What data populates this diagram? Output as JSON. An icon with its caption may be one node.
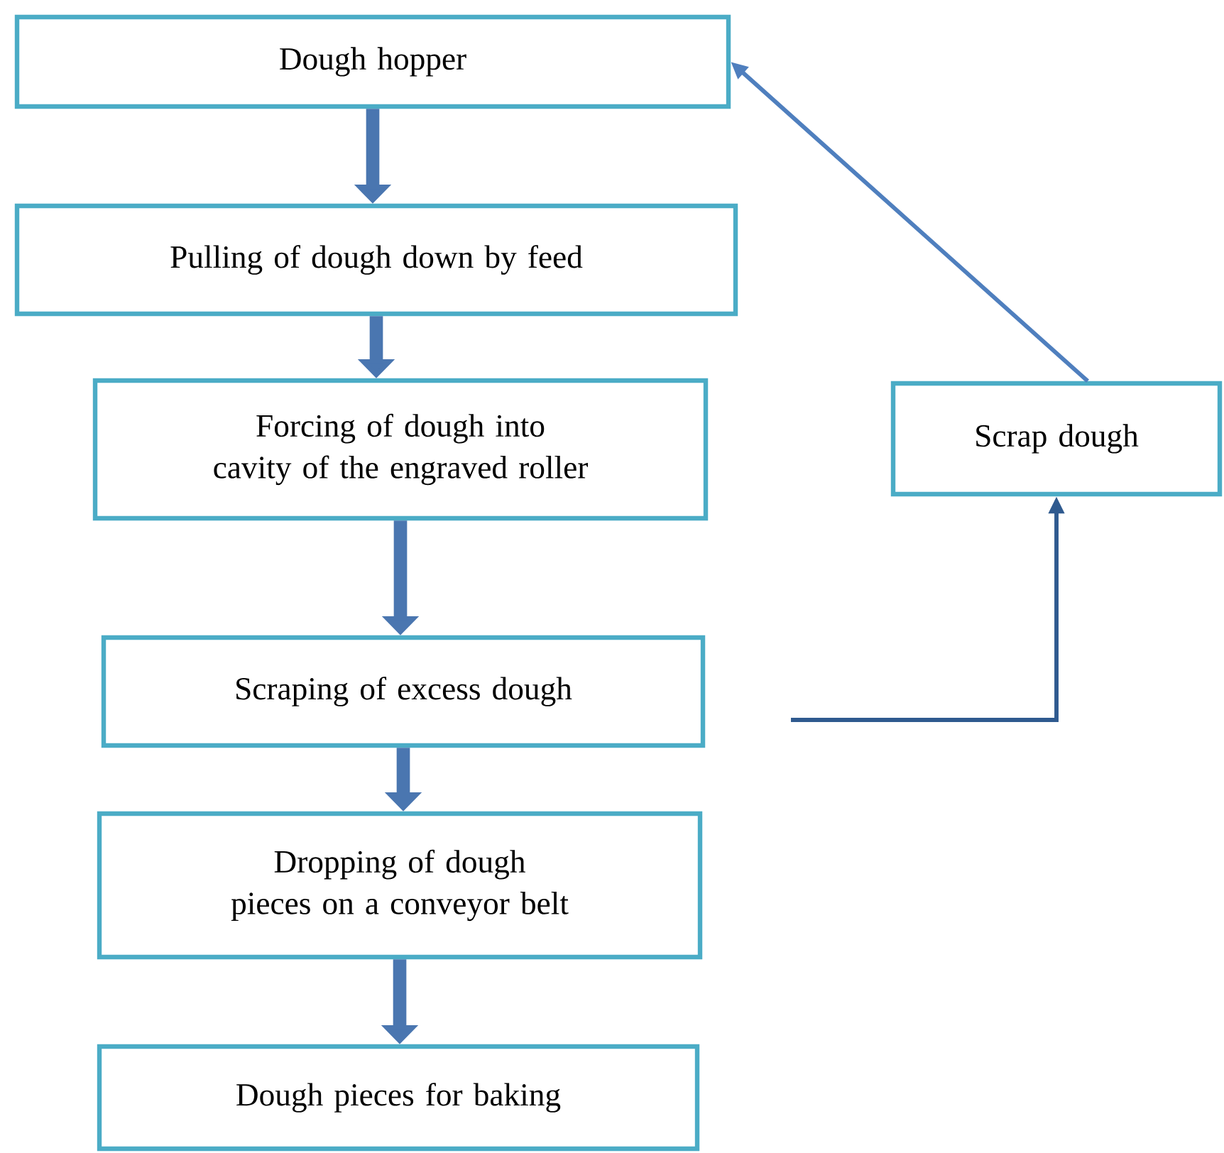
{
  "diagram": {
    "nodes": [
      {
        "text": [
          "Dough hopper"
        ]
      },
      {
        "text": [
          "Pulling of dough down by feed"
        ]
      },
      {
        "text": [
          "Forcing of dough into cavity of the engraved roller"
        ]
      },
      {
        "text": [
          "Scraping of excess dough"
        ]
      },
      {
        "text": [
          "Dropping of dough pieces on a conveyor belt"
        ]
      },
      {
        "text": [
          "Dough pieces for baking"
        ]
      },
      {
        "text": [
          "Scrap dough"
        ]
      }
    ],
    "edges": [
      {
        "from": 0,
        "to": 1,
        "arrow": "to"
      },
      {
        "from": 1,
        "to": 2,
        "arrow": "to"
      },
      {
        "from": 2,
        "to": 3,
        "arrow": "to"
      },
      {
        "from": 3,
        "to": 4,
        "arrow": "to"
      },
      {
        "from": 4,
        "to": 5,
        "arrow": "to"
      },
      {
        "from": 6,
        "to": 0,
        "arrow": "to"
      },
      {
        "from": null,
        "to": 6,
        "arrow": "to",
        "color": "#2f5a8f"
      }
    ]
  }
}
